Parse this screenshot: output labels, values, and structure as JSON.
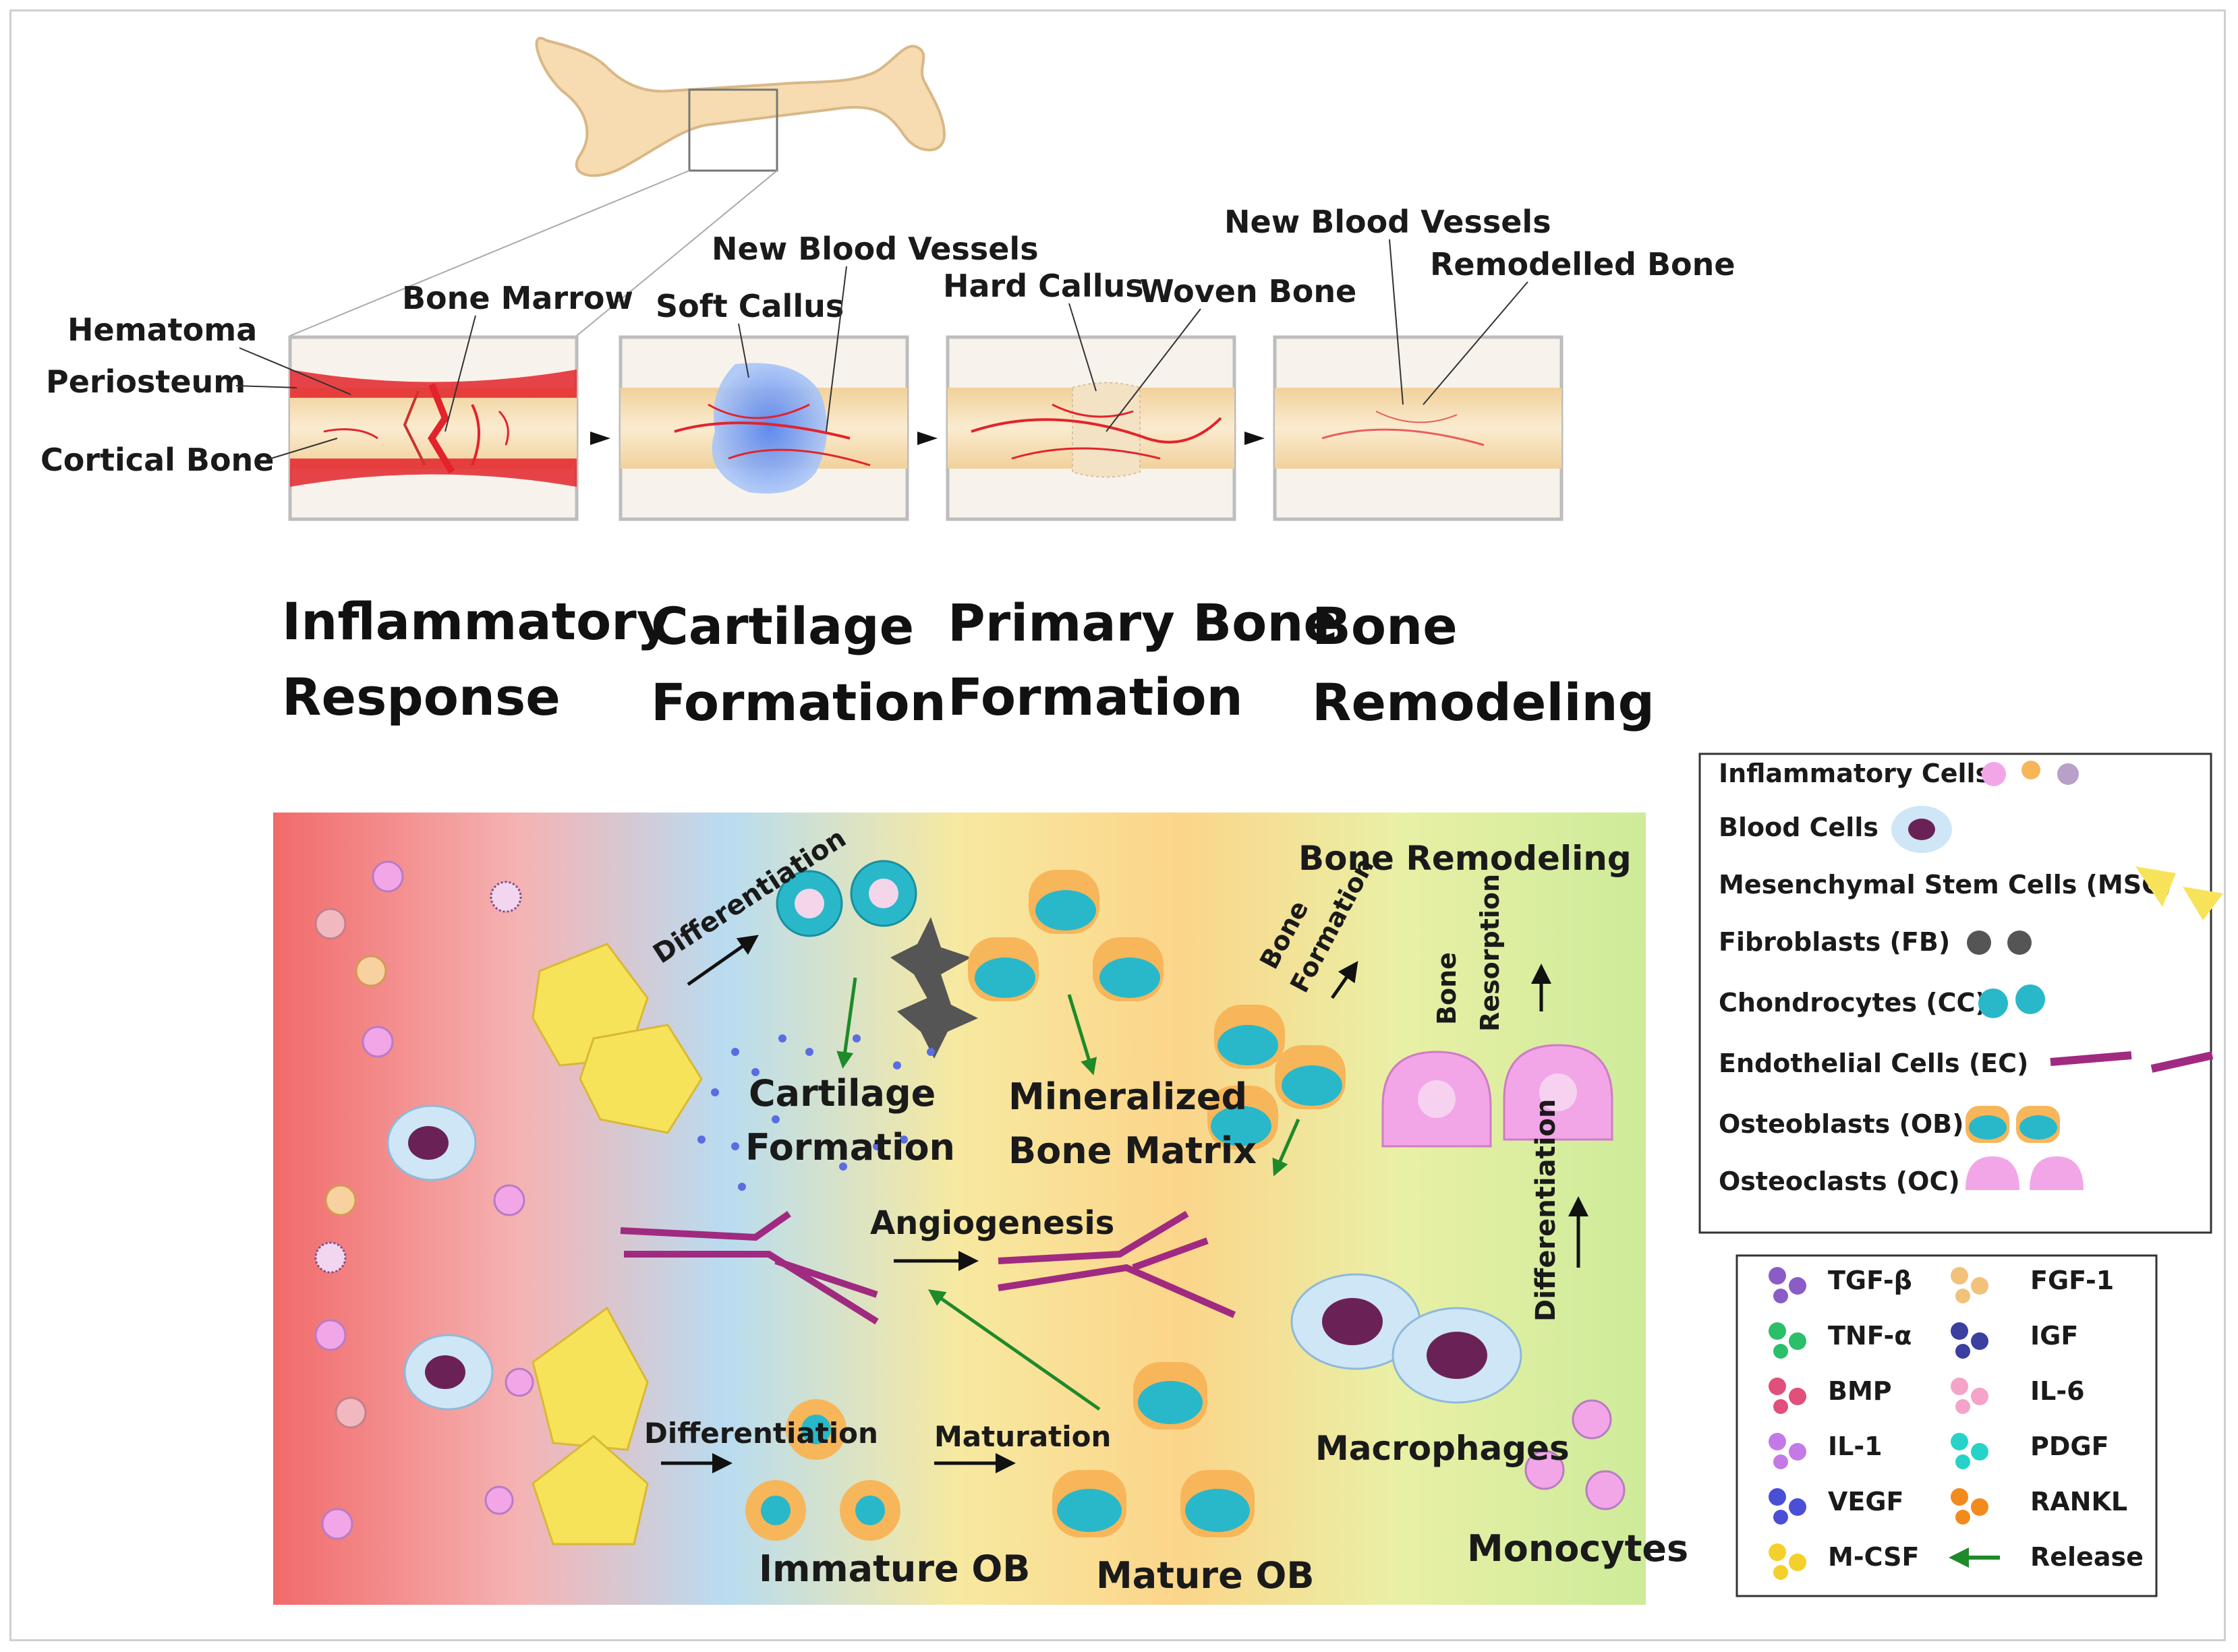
{
  "top": {
    "labels": {
      "hematoma": "Hematoma",
      "periosteum": "Periosteum",
      "cortical_bone": "Cortical Bone",
      "bone_marrow": "Bone Marrow",
      "soft_callus": "Soft Callus",
      "new_blood_vessels_1": "New Blood Vessels",
      "hard_callus": "Hard Callus",
      "woven_bone": "Woven Bone",
      "new_blood_vessels_2": "New Blood Vessels",
      "remodelled_bone": "Remodelled Bone"
    },
    "stages": [
      {
        "line1": "Inflammatory",
        "line2": "Response"
      },
      {
        "line1": "Cartilage",
        "line2": "Formation"
      },
      {
        "line1": "Primary Bone",
        "line2": "Formation"
      },
      {
        "line1": "Bone",
        "line2": "Remodeling"
      }
    ]
  },
  "process": {
    "differentiation_top": "Differentiation",
    "cartilage_formation": {
      "line1": "Cartilage",
      "line2": "Formation"
    },
    "mineralized_bone_matrix": {
      "line1": "Mineralized",
      "line2": "Bone Matrix"
    },
    "bone_remodeling": "Bone Remodeling",
    "bone_formation": {
      "line1": "Bone",
      "line2": "Formation"
    },
    "bone_resorption": {
      "line1": "Bone",
      "line2": "Resorption"
    },
    "angiogenesis": "Angiogenesis",
    "differentiation_right": "Differentiation",
    "macrophages": "Macrophages",
    "differentiation_bottom": "Differentiation",
    "maturation": "Maturation",
    "immature_ob": "Immature OB",
    "mature_ob": "Mature OB",
    "monocytes": "Monocytes"
  },
  "legend_cells": [
    {
      "label": "Inflammatory Cells",
      "icon": "inflammatory-cells-icon"
    },
    {
      "label": "Blood Cells",
      "icon": "blood-cells-icon"
    },
    {
      "label": "Mesenchymal Stem Cells (MSC)",
      "icon": "msc-icon"
    },
    {
      "label": "Fibroblasts (FB)",
      "icon": "fibroblast-icon"
    },
    {
      "label": "Chondrocytes (CC)",
      "icon": "chondrocyte-icon"
    },
    {
      "label": "Endothelial Cells (EC)",
      "icon": "endothelial-icon"
    },
    {
      "label": "Osteoblasts (OB)",
      "icon": "osteoblast-icon"
    },
    {
      "label": "Osteoclasts (OC)",
      "icon": "osteoclast-icon"
    }
  ],
  "legend_factors": [
    {
      "label": "TGF-β",
      "color": "#8a5cc7"
    },
    {
      "label": "FGF-1",
      "color": "#f2c27a"
    },
    {
      "label": "TNF-α",
      "color": "#2bbf6a"
    },
    {
      "label": "IGF",
      "color": "#3a3fa0"
    },
    {
      "label": "BMP",
      "color": "#e0507a"
    },
    {
      "label": "IL-6",
      "color": "#f5a3c8"
    },
    {
      "label": "IL-1",
      "color": "#c47ae6"
    },
    {
      "label": "PDGF",
      "color": "#27d3c8"
    },
    {
      "label": "VEGF",
      "color": "#4a4fd6"
    },
    {
      "label": "RANKL",
      "color": "#f28a1e"
    },
    {
      "label": "M-CSF",
      "color": "#f5cf2b"
    },
    {
      "label": "Release",
      "color": "#1e8a2a"
    }
  ],
  "colors": {
    "bone": "#f6dcb0",
    "blood": "#e3232b",
    "cartilage": "#5a8df0",
    "chondrocyte": "#29b8c9",
    "osteoblast": "#f7b65a",
    "osteoclast": "#f2a6e8",
    "endothelial": "#a02a80",
    "msc": "#f7e35a"
  }
}
